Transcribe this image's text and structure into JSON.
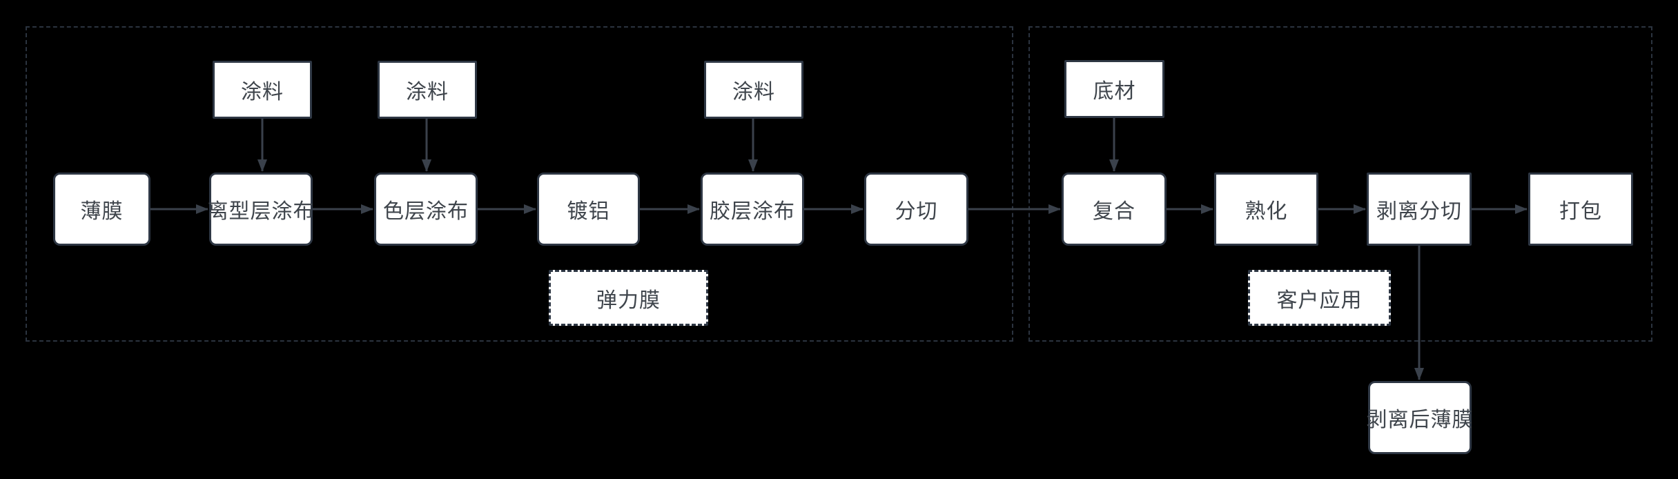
{
  "diagram": {
    "colors": {
      "background": "#000000",
      "node_fill": "#ffffff",
      "node_border": "#2e3744",
      "node_text": "#3f454c",
      "arrow": "#3a414b",
      "group_border": "#2b333f"
    },
    "nodes": [
      {
        "id": "film",
        "label": "薄膜",
        "shape": "rounded"
      },
      {
        "id": "release-coating",
        "label": "离型层涂布",
        "shape": "rounded"
      },
      {
        "id": "color-coating",
        "label": "色层涂布",
        "shape": "rounded"
      },
      {
        "id": "aluminizing",
        "label": "镀铝",
        "shape": "rounded"
      },
      {
        "id": "adhesive-coating",
        "label": "胶层涂布",
        "shape": "rounded"
      },
      {
        "id": "slitting",
        "label": "分切",
        "shape": "rounded"
      },
      {
        "id": "laminating",
        "label": "复合",
        "shape": "rounded"
      },
      {
        "id": "curing",
        "label": "熟化",
        "shape": "square"
      },
      {
        "id": "peel-slitting",
        "label": "剥离分切",
        "shape": "square"
      },
      {
        "id": "packing",
        "label": "打包",
        "shape": "square"
      },
      {
        "id": "coating-1",
        "label": "涂料",
        "shape": "square"
      },
      {
        "id": "coating-2",
        "label": "涂料",
        "shape": "square"
      },
      {
        "id": "coating-3",
        "label": "涂料",
        "shape": "square"
      },
      {
        "id": "substrate",
        "label": "底材",
        "shape": "square"
      },
      {
        "id": "elastic-film",
        "label": "弹力膜",
        "shape": "dashed"
      },
      {
        "id": "customer-application",
        "label": "客户应用",
        "shape": "dashed"
      },
      {
        "id": "peeled-film",
        "label": "剥离后薄膜",
        "shape": "rounded"
      }
    ],
    "edges": [
      {
        "from": "薄膜",
        "to": "离型层涂布"
      },
      {
        "from": "离型层涂布",
        "to": "色层涂布"
      },
      {
        "from": "色层涂布",
        "to": "镀铝"
      },
      {
        "from": "镀铝",
        "to": "胶层涂布"
      },
      {
        "from": "胶层涂布",
        "to": "分切"
      },
      {
        "from": "分切",
        "to": "复合"
      },
      {
        "from": "复合",
        "to": "熟化"
      },
      {
        "from": "熟化",
        "to": "剥离分切"
      },
      {
        "from": "剥离分切",
        "to": "打包"
      },
      {
        "from": "涂料",
        "to": "离型层涂布"
      },
      {
        "from": "涂料",
        "to": "色层涂布"
      },
      {
        "from": "涂料",
        "to": "胶层涂布"
      },
      {
        "from": "底材",
        "to": "复合"
      },
      {
        "from": "剥离分切",
        "to": "剥离后薄膜"
      }
    ]
  }
}
